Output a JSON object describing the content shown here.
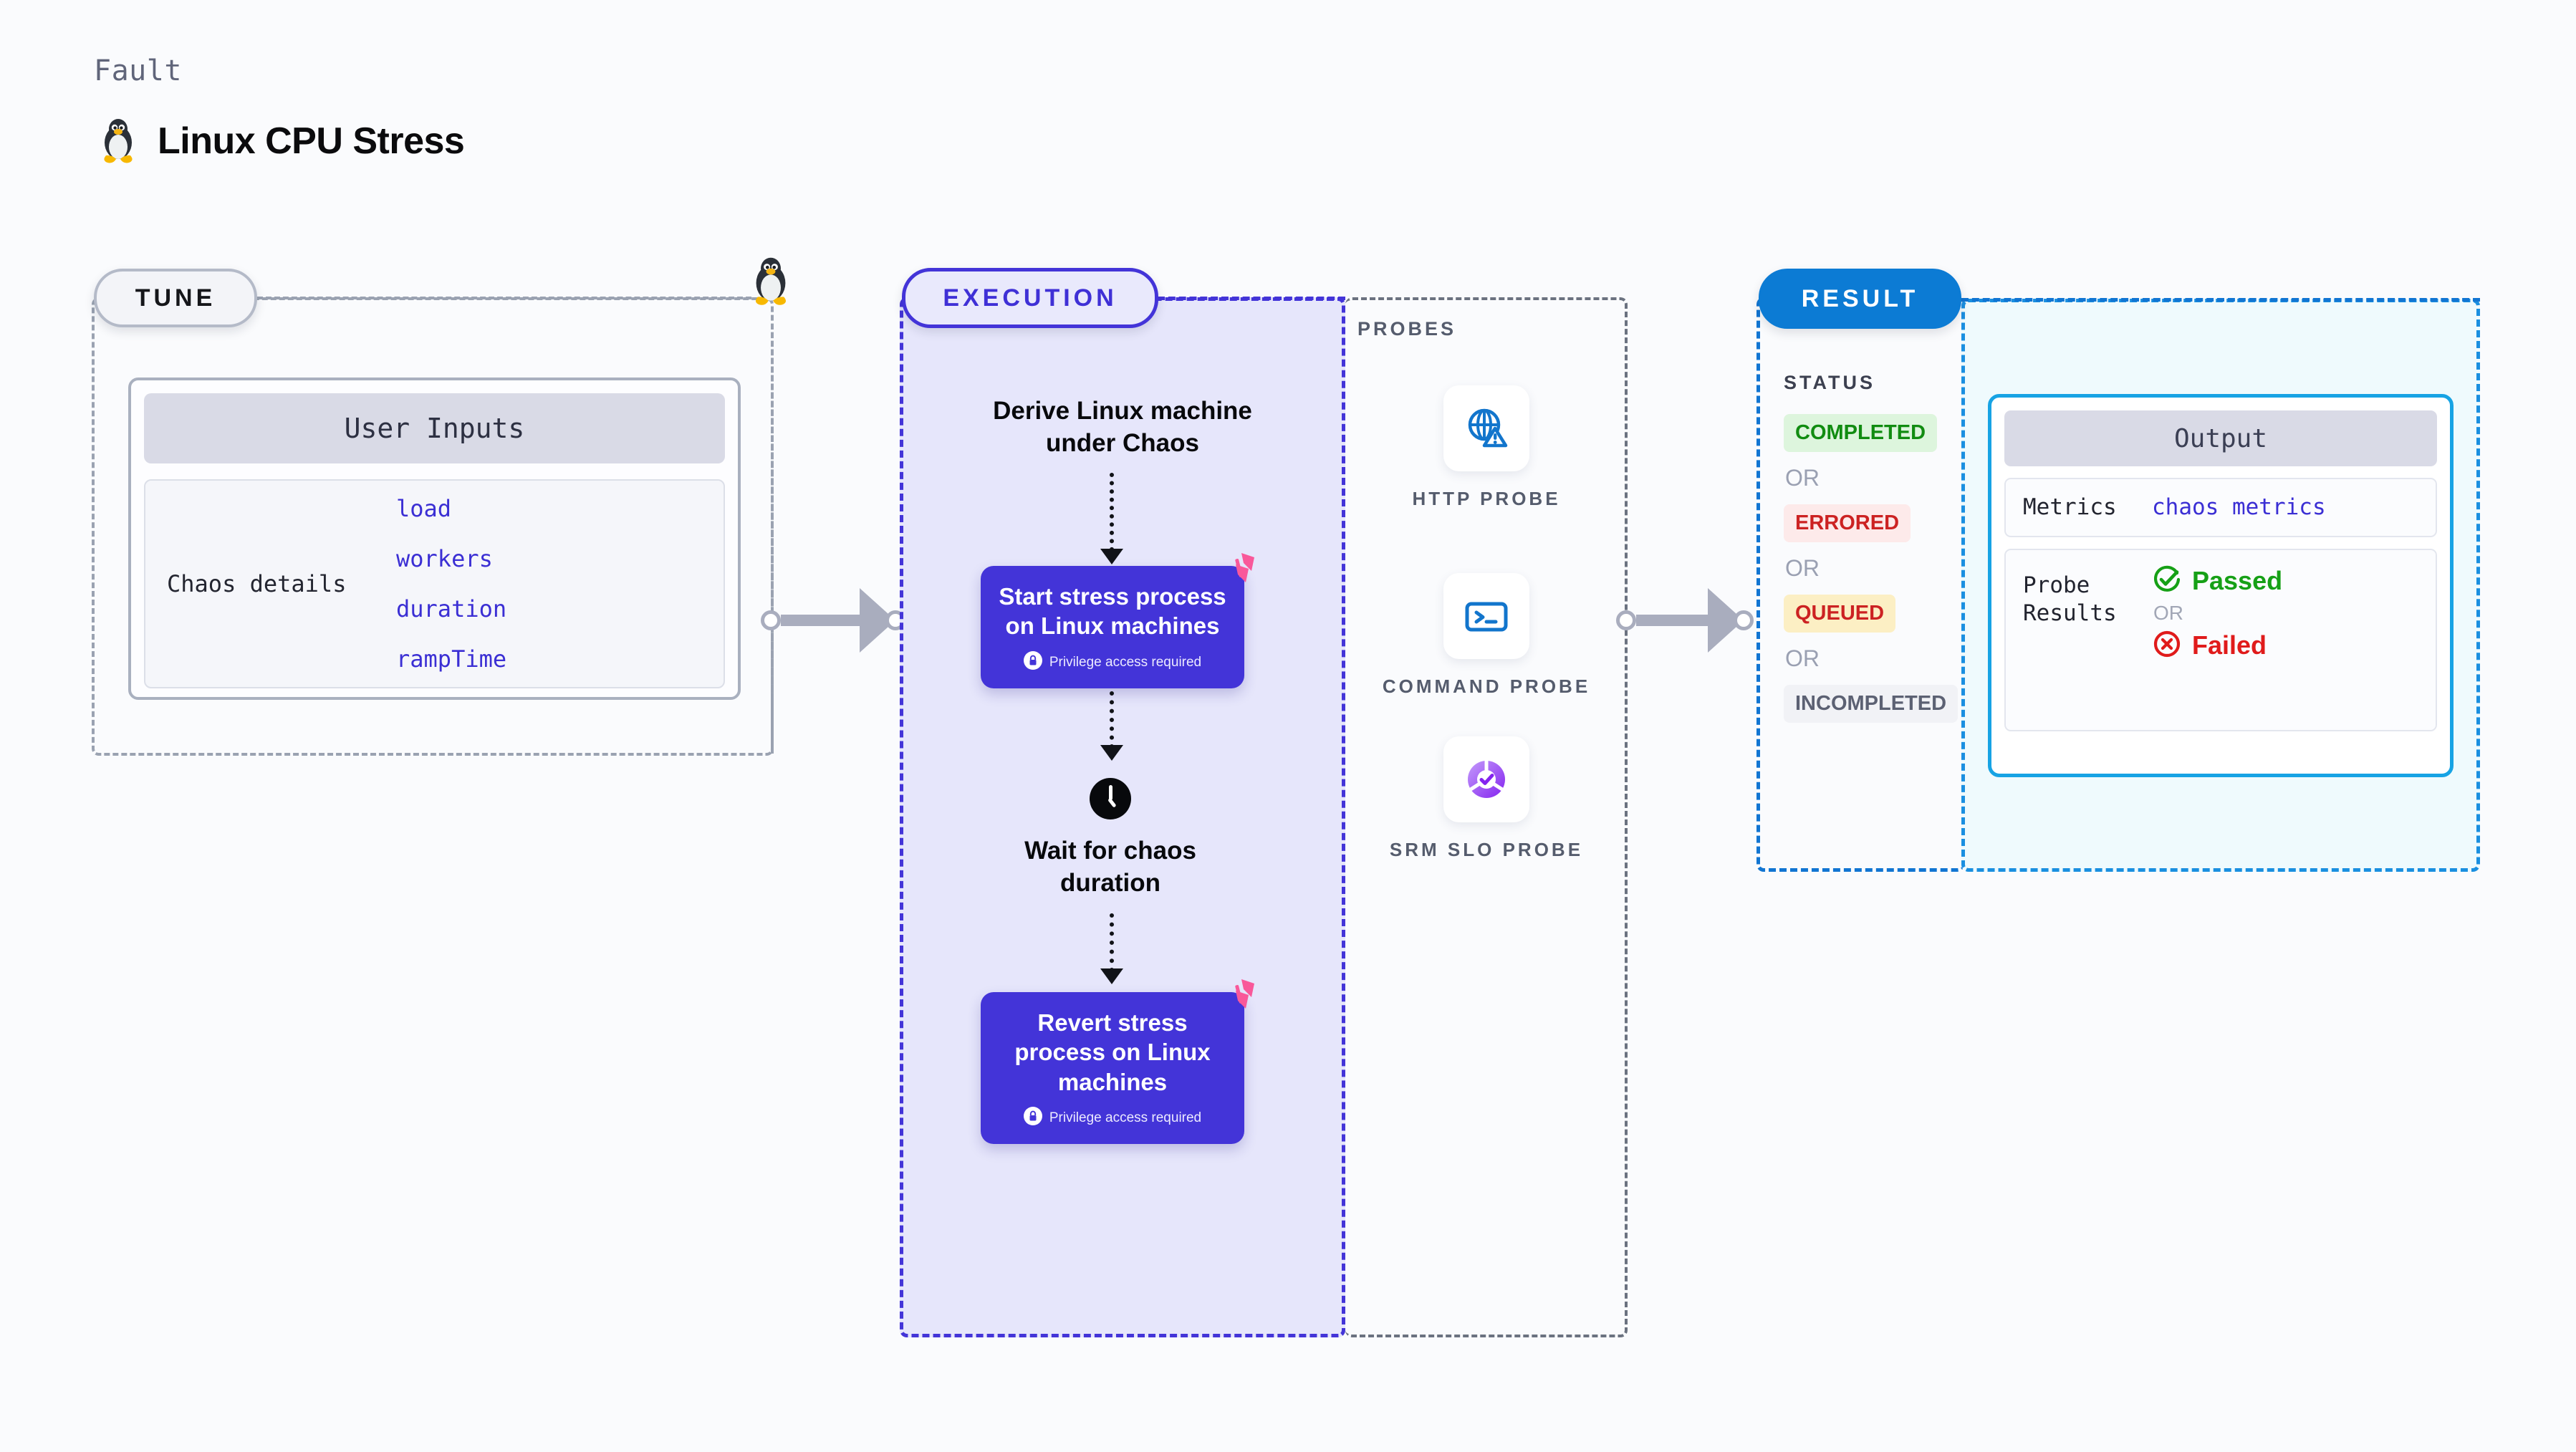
{
  "header": {
    "eyebrow": "Fault",
    "title": "Linux CPU Stress",
    "icon": "linux-penguin-icon"
  },
  "tune": {
    "pill_label": "TUNE",
    "badge_icon": "linux-penguin-icon",
    "inputs_card": {
      "header": "User Inputs",
      "key": "Chaos details",
      "values": [
        "load",
        "workers",
        "duration",
        "rampTime"
      ]
    }
  },
  "execution": {
    "pill_label": "EXECUTION",
    "derive_title": "Derive Linux machine under Chaos",
    "start_step": {
      "label": "Start stress process on Linux machines",
      "privilege_note": "Privilege access required",
      "lock_icon": "lock-icon",
      "corner_icon": "harness-logo-icon"
    },
    "wait_step": {
      "label": "Wait for chaos duration",
      "icon": "clock-icon"
    },
    "revert_step": {
      "label": "Revert stress process on Linux machines",
      "privilege_note": "Privilege access required",
      "lock_icon": "lock-icon",
      "corner_icon": "harness-logo-icon"
    }
  },
  "probes": {
    "heading": "PROBES",
    "items": [
      {
        "label": "HTTP PROBE",
        "icon": "globe-warning-icon"
      },
      {
        "label": "COMMAND PROBE",
        "icon": "terminal-icon"
      },
      {
        "label": "SRM SLO PROBE",
        "icon": "slo-check-icon"
      }
    ]
  },
  "result": {
    "pill_label": "RESULT",
    "status_heading": "STATUS",
    "or_label": "OR",
    "statuses": [
      {
        "label": "COMPLETED",
        "bg": "#ddf5dd",
        "fg": "#118c11"
      },
      {
        "label": "ERRORED",
        "bg": "#fdeaea",
        "fg": "#cc2222"
      },
      {
        "label": "QUEUED",
        "bg": "#fcefc4",
        "fg": "#cc2222"
      },
      {
        "label": "INCOMPLETED",
        "bg": "#f1f2f6",
        "fg": "#5c6173"
      }
    ]
  },
  "output": {
    "header": "Output",
    "metrics_key": "Metrics",
    "metrics_value": "chaos metrics",
    "probe_results_key": "Probe Results",
    "passed_label": "Passed",
    "failed_label": "Failed",
    "or_label": "OR",
    "passed_icon": "check-circle-icon",
    "failed_icon": "x-circle-icon"
  },
  "colors": {
    "page_bg": "#fafbfd",
    "execution_accent": "#4334d8",
    "result_accent": "#0c7bd4",
    "output_accent": "#17a3e4",
    "tune_accent": "#9aa2b1",
    "harness_pink": "#f9589a",
    "code_blue": "#3b2fd4"
  }
}
